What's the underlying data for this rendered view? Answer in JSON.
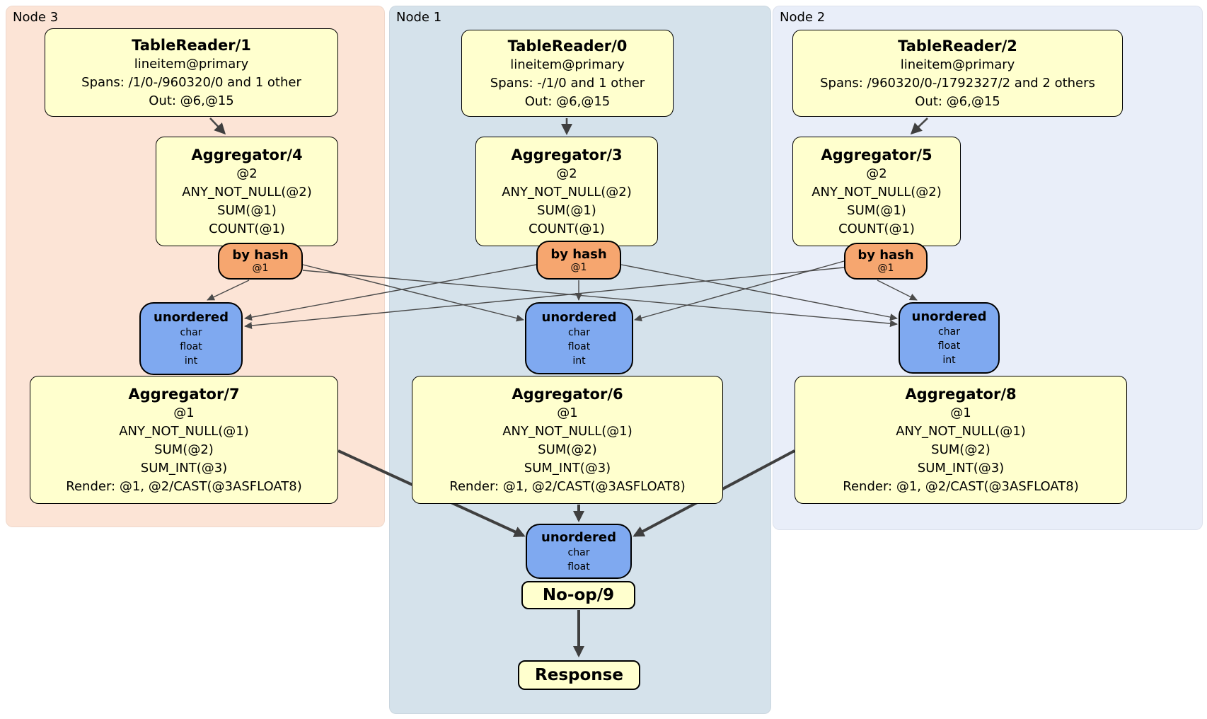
{
  "panels": {
    "node3": {
      "label": "Node 3"
    },
    "node1": {
      "label": "Node 1"
    },
    "node2": {
      "label": "Node 2"
    }
  },
  "colors": {
    "node3_bg": "#fce4d6",
    "node1_bg": "#d5e2eb",
    "node2_bg": "#e9eef9",
    "processor_bg": "#ffffce",
    "router_bg": "#f6a66f",
    "sync_bg": "#7fa9f0",
    "box_border": "#000000",
    "edge": "#4a4a4a"
  },
  "processors": {
    "tablereader1": {
      "title": "TableReader/1",
      "lines": [
        "lineitem@primary",
        "Spans: /1/0-/960320/0 and 1 other",
        "Out: @6,@15"
      ]
    },
    "tablereader0": {
      "title": "TableReader/0",
      "lines": [
        "lineitem@primary",
        "Spans: -/1/0 and 1 other",
        "Out: @6,@15"
      ]
    },
    "tablereader2": {
      "title": "TableReader/2",
      "lines": [
        "lineitem@primary",
        "Spans: /960320/0-/1792327/2 and 2 others",
        "Out: @6,@15"
      ]
    },
    "aggregator4": {
      "title": "Aggregator/4",
      "lines": [
        "@2",
        "ANY_NOT_NULL(@2)",
        "SUM(@1)",
        "COUNT(@1)"
      ]
    },
    "aggregator3": {
      "title": "Aggregator/3",
      "lines": [
        "@2",
        "ANY_NOT_NULL(@2)",
        "SUM(@1)",
        "COUNT(@1)"
      ]
    },
    "aggregator5": {
      "title": "Aggregator/5",
      "lines": [
        "@2",
        "ANY_NOT_NULL(@2)",
        "SUM(@1)",
        "COUNT(@1)"
      ]
    },
    "aggregator7": {
      "title": "Aggregator/7",
      "lines": [
        "@1",
        "ANY_NOT_NULL(@1)",
        "SUM(@2)",
        "SUM_INT(@3)",
        "Render: @1, @2/CAST(@3ASFLOAT8)"
      ]
    },
    "aggregator6": {
      "title": "Aggregator/6",
      "lines": [
        "@1",
        "ANY_NOT_NULL(@1)",
        "SUM(@2)",
        "SUM_INT(@3)",
        "Render: @1, @2/CAST(@3ASFLOAT8)"
      ]
    },
    "aggregator8": {
      "title": "Aggregator/8",
      "lines": [
        "@1",
        "ANY_NOT_NULL(@1)",
        "SUM(@2)",
        "SUM_INT(@3)",
        "Render: @1, @2/CAST(@3ASFLOAT8)"
      ]
    },
    "noop9": {
      "title": "No-op/9"
    },
    "response": {
      "title": "Response"
    }
  },
  "routers": {
    "byhash_node3": {
      "title": "by hash",
      "key": "@1"
    },
    "byhash_node1": {
      "title": "by hash",
      "key": "@1"
    },
    "byhash_node2": {
      "title": "by hash",
      "key": "@1"
    }
  },
  "syncs": {
    "unordered_node3": {
      "title": "unordered",
      "columns": [
        "char",
        "float",
        "int"
      ]
    },
    "unordered_node1": {
      "title": "unordered",
      "columns": [
        "char",
        "float",
        "int"
      ]
    },
    "unordered_node2": {
      "title": "unordered",
      "columns": [
        "char",
        "float",
        "int"
      ]
    },
    "unordered_final": {
      "title": "unordered",
      "columns": [
        "char",
        "float"
      ]
    }
  }
}
